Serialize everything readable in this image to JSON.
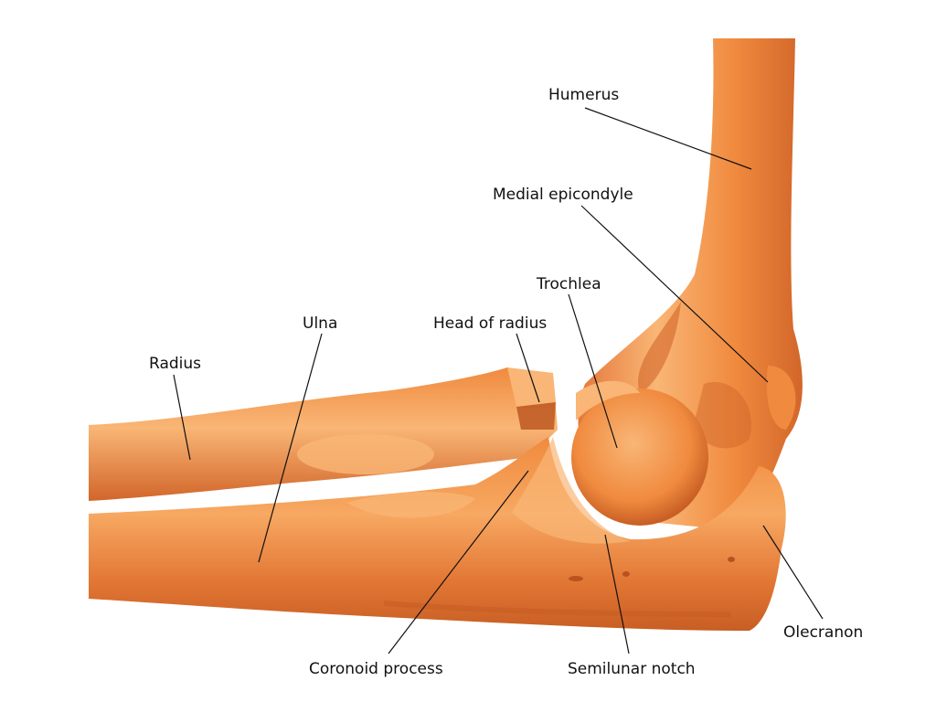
{
  "colors": {
    "bone": "#F08A3E",
    "bone_light": "#F9B676",
    "bone_dark": "#D2662A",
    "bone_shadow": "#B9521E",
    "label_text": "#111111"
  },
  "labels": {
    "humerus": "Humerus",
    "medial_epicondyle": "Medial epicondyle",
    "trochlea": "Trochlea",
    "head_of_radius": "Head of radius",
    "ulna": "Ulna",
    "radius": "Radius",
    "coronoid_process": "Coronoid process",
    "semilunar_notch": "Semilunar notch",
    "olecranon": "Olecranon"
  }
}
